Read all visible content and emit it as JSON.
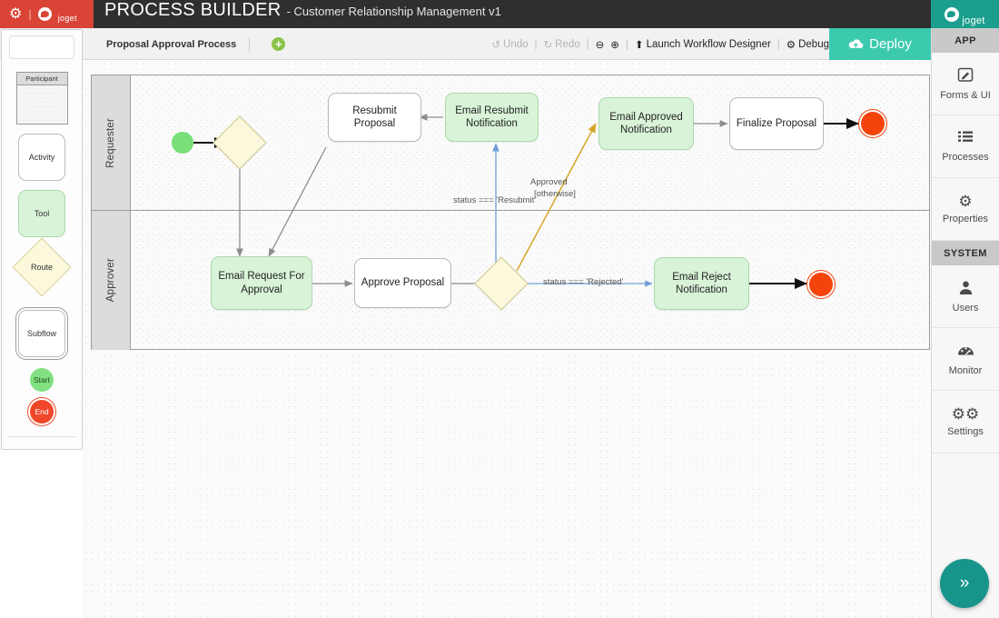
{
  "header": {
    "app_icon": "gears-icon",
    "brand": "joget",
    "title_main": "PROCESS BUILDER",
    "title_sub": "- Customer Relationship Management v1",
    "brand_color": "#d94436",
    "accent_color": "#3ccaae"
  },
  "subbar": {
    "tab_label": "Proposal Approval Process",
    "add_label": "+",
    "tools": [
      {
        "name": "undo",
        "icon": "↺",
        "label": "Undo",
        "disabled": true
      },
      {
        "name": "redo",
        "icon": "↻",
        "label": "Redo",
        "disabled": true
      },
      {
        "name": "zoom-out",
        "icon": "⊖",
        "label": "",
        "disabled": false
      },
      {
        "name": "zoom-in",
        "icon": "⊕",
        "label": "",
        "disabled": false
      },
      {
        "name": "launch-workflow-designer",
        "icon": "⬆",
        "label": "Launch Workflow Designer",
        "disabled": false
      },
      {
        "name": "debug",
        "icon": "⚙",
        "label": "Debug",
        "disabled": false
      }
    ],
    "deploy_label": "Deploy",
    "deploy_icon": "cloud-upload-icon"
  },
  "palette": {
    "items": [
      {
        "name": "participant",
        "label": "Participant"
      },
      {
        "name": "activity",
        "label": "Activity"
      },
      {
        "name": "tool",
        "label": "Tool"
      },
      {
        "name": "route",
        "label": "Route"
      },
      {
        "name": "subflow",
        "label": "Subflow"
      },
      {
        "name": "start",
        "label": "Start"
      },
      {
        "name": "end",
        "label": "End"
      }
    ]
  },
  "canvas": {
    "lanes": [
      {
        "name": "requester",
        "label": "Requester"
      },
      {
        "name": "approver",
        "label": "Approver"
      }
    ],
    "nodes": [
      {
        "id": "start",
        "label": "",
        "type": "start"
      },
      {
        "id": "route1",
        "label": "",
        "type": "route"
      },
      {
        "id": "resubmit",
        "label": "Resubmit Proposal",
        "type": "activity"
      },
      {
        "id": "email-resubmit",
        "label": "Email Resubmit Notification",
        "type": "tool"
      },
      {
        "id": "email-approved",
        "label": "Email Approved Notification",
        "type": "tool"
      },
      {
        "id": "finalize",
        "label": "Finalize Proposal",
        "type": "activity"
      },
      {
        "id": "end1",
        "label": "",
        "type": "end"
      },
      {
        "id": "email-request",
        "label": "Email Request For Approval",
        "type": "tool"
      },
      {
        "id": "approve",
        "label": "Approve Proposal",
        "type": "activity"
      },
      {
        "id": "route2",
        "label": "",
        "type": "route"
      },
      {
        "id": "email-reject",
        "label": "Email Reject Notification",
        "type": "tool"
      },
      {
        "id": "end2",
        "label": "",
        "type": "end"
      }
    ],
    "edge_labels": [
      {
        "name": "label-resubmit",
        "text": "status === 'Resubmit'"
      },
      {
        "name": "label-approved",
        "text": "Approved"
      },
      {
        "name": "label-otherwise",
        "text": "[otherwise]"
      },
      {
        "name": "label-rejected",
        "text": "status === 'Rejected'"
      }
    ]
  },
  "sidebar": {
    "sections": [
      {
        "name": "app",
        "title": "APP",
        "items": [
          {
            "name": "forms-ui",
            "label": "Forms & UI",
            "icon": "edit-square-icon"
          },
          {
            "name": "processes",
            "label": "Processes",
            "icon": "list-icon"
          },
          {
            "name": "properties",
            "label": "Properties",
            "icon": "gear-icon"
          }
        ]
      },
      {
        "name": "system",
        "title": "SYSTEM",
        "items": [
          {
            "name": "users",
            "label": "Users",
            "icon": "user-icon"
          },
          {
            "name": "monitor",
            "label": "Monitor",
            "icon": "gauge-icon"
          },
          {
            "name": "settings",
            "label": "Settings",
            "icon": "gears-icon"
          }
        ]
      }
    ],
    "fab_icon": "»"
  }
}
